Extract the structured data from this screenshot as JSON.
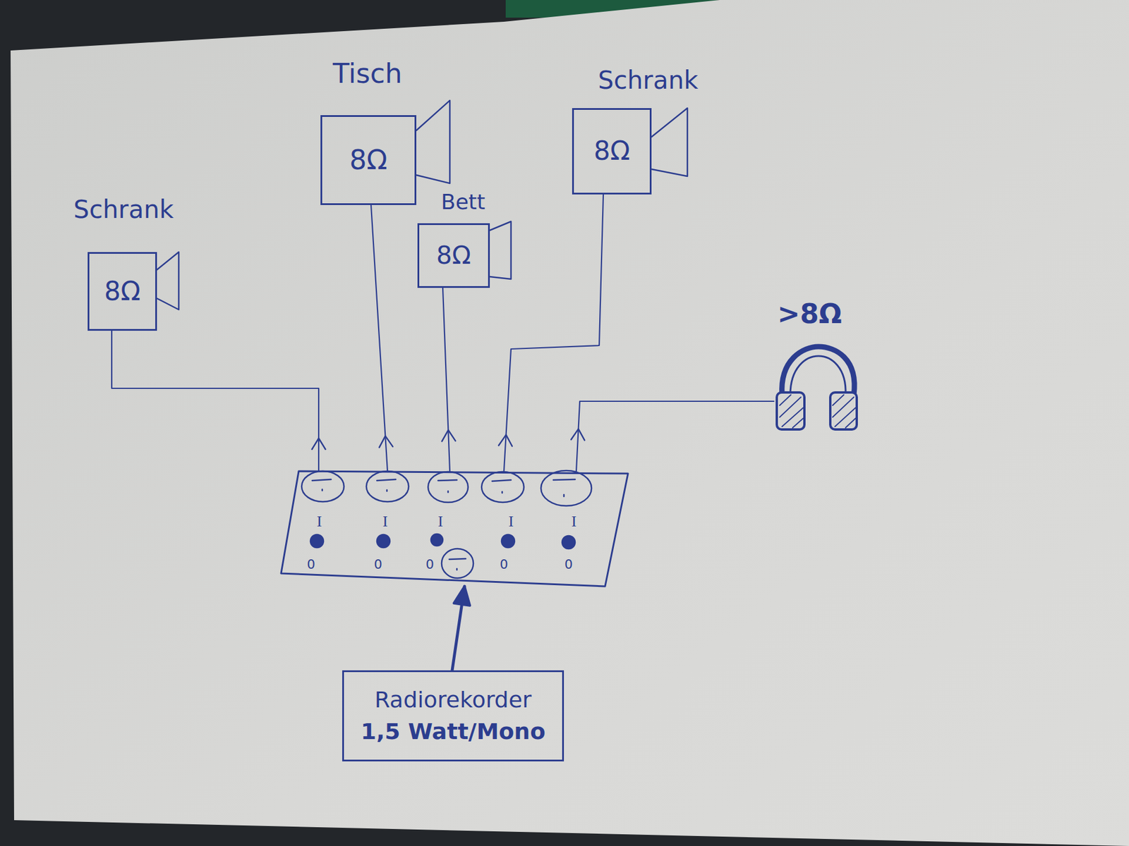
{
  "diagram": {
    "nodes": [
      {
        "text": [
          "Schrank",
          "8Ω"
        ]
      },
      {
        "text": [
          "Tisch",
          "8Ω"
        ]
      },
      {
        "text": [
          "Bett",
          "8Ω"
        ]
      },
      {
        "text": [
          "Schrank",
          "8Ω"
        ]
      },
      {
        "text": [
          ">8Ω"
        ]
      },
      {
        "text": [
          "I",
          "I",
          "I",
          "I",
          "I",
          "0",
          "0",
          "0",
          "0",
          "0"
        ]
      },
      {
        "text": [
          "Radiorekorder",
          "1,5 Watt/Mono"
        ]
      }
    ],
    "edges": [
      {
        "from": 5,
        "to": 0,
        "arrow": "to"
      },
      {
        "from": 5,
        "to": 1,
        "arrow": "to"
      },
      {
        "from": 5,
        "to": 2,
        "arrow": "to"
      },
      {
        "from": 5,
        "to": 3,
        "arrow": "to"
      },
      {
        "from": 5,
        "to": 4,
        "arrow": "to"
      },
      {
        "from": 6,
        "to": 5,
        "arrow": "to"
      }
    ]
  }
}
